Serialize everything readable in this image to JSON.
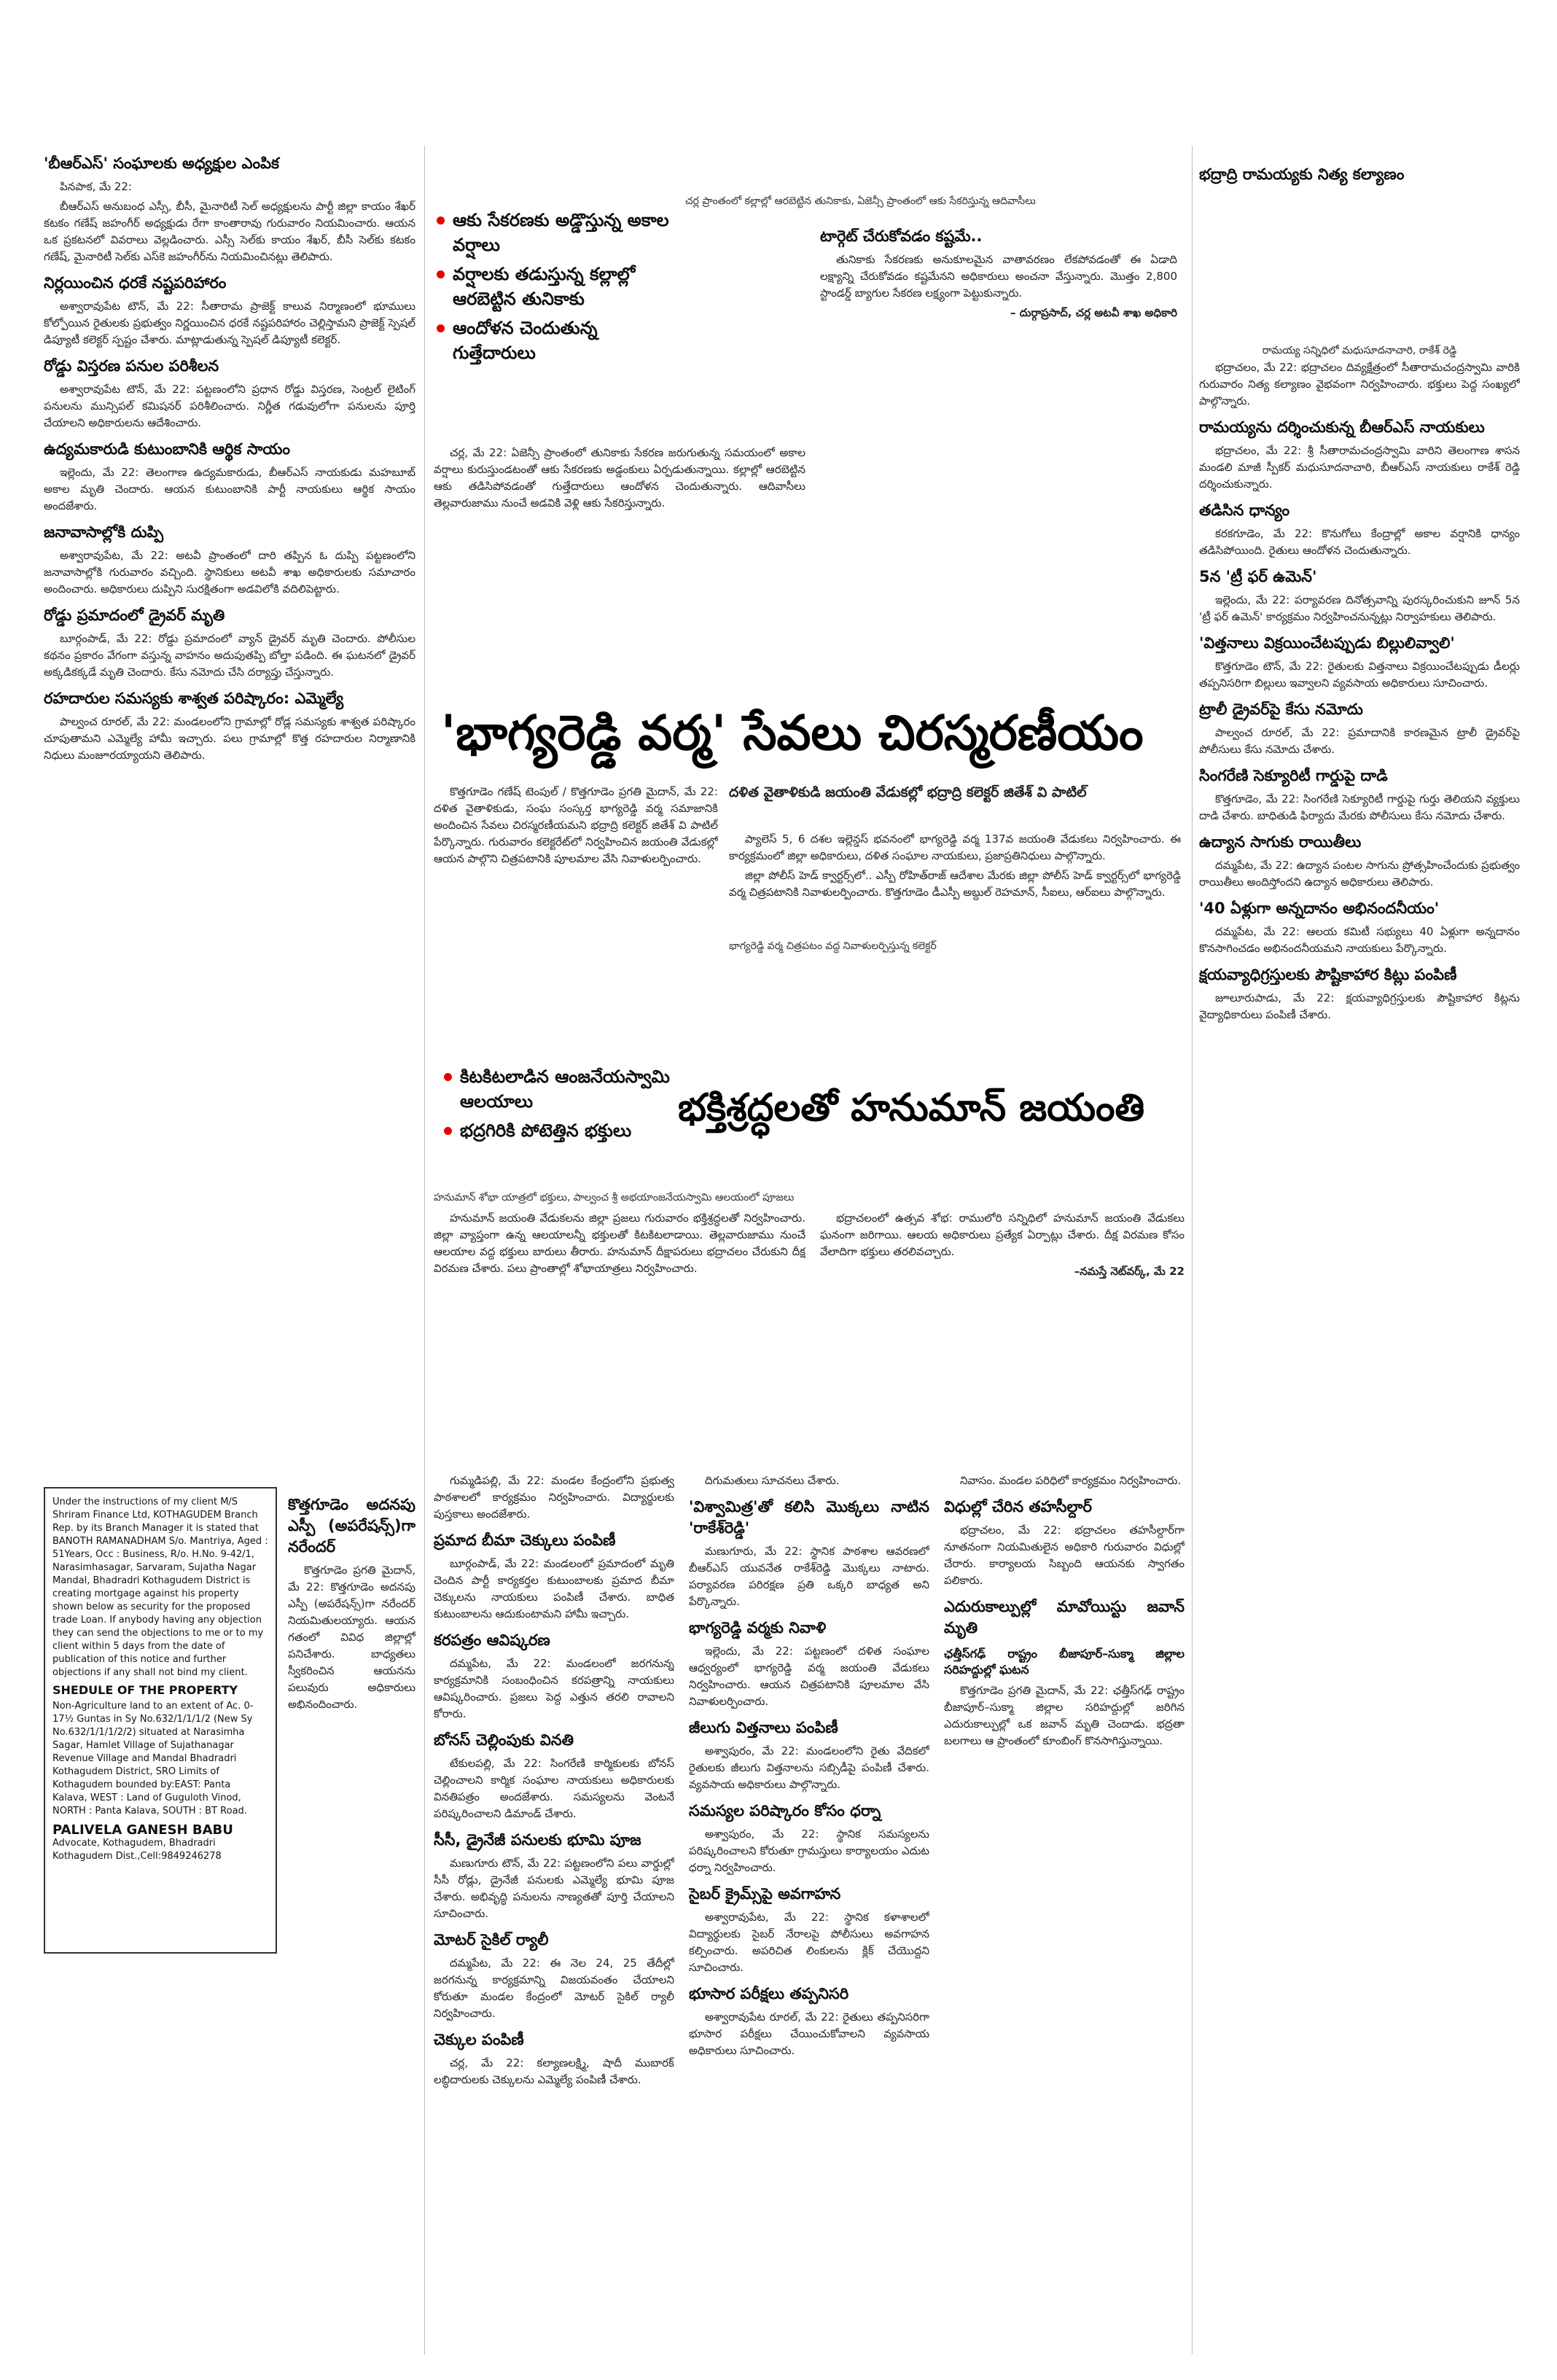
{
  "col1": {
    "head1": "'బీఆర్ఎస్' సంఘాలకు అధ్యక్షుల ఎంపిక",
    "dateline1": "పినపాక, మే 22:",
    "para1": "బీఆర్ఎస్ అనుబంధ ఎస్సీ, బీసీ, మైనారిటీ సెల్ అధ్యక్షులను పార్టీ జిల్లా కాయం శేఖర్ కటకం గణేష్ జహంగీర్ అధ్యక్షుడు రేగా కాంతారావు గురువారం నియమించారు. ఆయన ఒక ప్రకటనలో వివరాలు వెల్లడించారు. ఎస్సీ సెల్‌కు కాయం శేఖర్, బీసీ సెల్‌కు కటకం గణేష్, మైనారిటీ సెల్‌కు ఎస్‌కె జహంగీర్‌ను నియమించినట్లు తెలిపారు.",
    "head2": "నిర్లయించిన ధరకే నష్టపరిహారం",
    "para2": "అశ్వారావుపేట టౌన్, మే 22: సీతారామ ప్రాజెక్ట్ కాలువ నిర్మాణంలో భూములు కోల్పోయిన రైతులకు ప్రభుత్వం నిర్ణయించిన ధరకే నష్టపరిహారం చెల్లిస్తామని ప్రాజెక్ట్ స్పెషల్ డిప్యూటీ కలెక్టర్ స్పష్టం చేశారు. మాట్లాడుతున్న స్పెషల్ డిప్యూటీ కలెక్టర్.",
    "head3": "రోడ్డు విస్తరణ పనుల పరిశీలన",
    "para3": "అశ్వారావుపేట టౌన్, మే 22: పట్టణంలోని ప్రధాన రోడ్డు విస్తరణ, సెంట్రల్ లైటింగ్ పనులను మున్సిపల్ కమిషనర్ పరిశీలించారు. నిర్ణీత గడువులోగా పనులను పూర్తి చేయాలని అధికారులను ఆదేశించారు.",
    "head4": "ఉద్యమకారుడి కుటుంబానికి ఆర్థిక సాయం",
    "para4": "ఇల్లెందు, మే 22: తెలంగాణ ఉద్యమకారుడు, బీఆర్ఎస్ నాయకుడు మహబూబ్ అకాల మృతి చెందారు. ఆయన కుటుంబానికి పార్టీ నాయకులు ఆర్థిక సాయం అందజేశారు.",
    "head5": "జనావాసాల్లోకి దుప్పి",
    "para5": "అశ్వారావుపేట, మే 22: అటవీ ప్రాంతంలో దారి తప్పిన ఓ దుప్పి పట్టణంలోని జనావాసాల్లోకి గురువారం వచ్చింది. స్థానికులు అటవీ శాఖ అధికారులకు సమాచారం అందించారు. అధికారులు దుప్పిని సురక్షితంగా అడవిలోకి వదిలిపెట్టారు.",
    "head6": "రోడ్డు ప్రమాదంలో డ్రైవర్ మృతి",
    "para6": "బూర్గంపాడ్, మే 22: రోడ్డు ప్రమాదంలో వ్యాన్ డ్రైవర్ మృతి చెందారు. పోలీసుల కథనం ప్రకారం వేగంగా వస్తున్న వాహనం అదుపుతప్పి బోల్తా పడింది. ఈ ఘటనలో డ్రైవర్ అక్కడికక్కడే మృతి చెందారు. కేసు నమోదు చేసి దర్యాప్తు చేస్తున్నారు.",
    "head7": "రహదారుల సమస్యకు శాశ్వత పరిష్కారం: ఎమ్మెల్యే",
    "para7": "పాల్వంచ రూరల్, మే 22: మండలంలోని గ్రామాల్లో రోడ్ల సమస్యకు శాశ్వత పరిష్కారం చూపుతామని ఎమ్మెల్యే హామీ ఇచ్చారు. పలు గ్రామాల్లో కొత్త రహదారుల నిర్మాణానికి నిధులు మంజూరయ్యాయని తెలిపారు."
  },
  "notice": {
    "body": "Under the instructions of my client M/S Shriram Finance Ltd, KOTHAGUDEM Branch Rep. by its Branch Manager it is stated that BANOTH RAMANADHAM S/o. Mantriya, Aged : 51Years, Occ : Business, R/o. H.No. 9-42/1, Narasimhasagar, Sarvaram, Sujatha Nagar Mandal, Bhadradri Kothagudem District is creating mortgage against his property shown below as security for the proposed trade Loan. If anybody having any objection they can send the objections to me or to my client within 5 days from the date of publication of this notice and further objections if any shall not bind my client.",
    "title": "SHEDULE OF THE PROPERTY",
    "schedule": "Non-Agriculture land to an extent of Ac. 0-17½ Guntas in Sy No.632/1/1/1/2 (New Sy No.632/1/1/1/2/2) situated at Narasimha Sagar, Hamlet Village of Sujathanagar Revenue Village and Mandal Bhadradri Kothagudem District, SRO Limits of Kothagudem bounded by:EAST: Panta Kalava, WEST : Land of Guguloth Vinod, NORTH : Panta Kalava, SOUTH : BT Road.",
    "name": "PALIVELA GANESH BABU",
    "footer": "Advocate, Kothagudem, Bhadradri Kothagudem Dist.,Cell:9849246278"
  },
  "col1b": {
    "head8": "కొత్తగూడెం అదనపు ఎస్పీ (అపరేషన్స్)గా నరేందర్",
    "para8": "కొత్తగూడెం ప్రగతి మైదాన్, మే 22: కొత్తగూడెం అదనపు ఎస్పీ (అపరేషన్స్)గా నరేందర్ నియమితులయ్యారు. ఆయన గతంలో వివిధ జిల్లాల్లో పనిచేశారు. బాధ్యతలు స్వీకరించిన ఆయనను పలువురు అధికారులు అభినందించారు."
  },
  "col2": {
    "bullets": [
      "ఆకు సేకరణకు అడ్డొస్తున్న అకాల వర్షాలు",
      "వర్షాలకు తడుస్తున్న కల్లాల్లో ఆరబెట్టిన తునికాకు",
      "ఆందోళన చెందుతున్న గుత్తేదారులు"
    ],
    "photo_caption": "చర్ల ప్రాంతంలో కల్లాల్లో ఆరబెట్టిన తునికాకు, ఏజెన్సీ ప్రాంతంలో ఆకు సేకరిస్తున్న ఆదివాసీలు",
    "para1": "చర్ల, మే 22: ఏజెన్సీ ప్రాంతంలో తునికాకు సేకరణ జరుగుతున్న సమయంలో అకాల వర్షాలు కురుస్తుండటంతో ఆకు సేకరణకు అడ్డంకులు ఏర్పడుతున్నాయి. కల్లాల్లో ఆరబెట్టిన ఆకు తడిసిపోవడంతో గుత్తేదారులు ఆందోళన చెందుతున్నారు. ఆదివాసీలు తెల్లవారుజాము నుంచే అడవికి వెళ్లి ఆకు సేకరిస్తున్నారు.",
    "head_target": "టార్గెట్ చేరుకోవడం కష్టమే..",
    "para2": "తునికాకు సేకరణకు అనుకూలమైన వాతావరణం లేకపోవడంతో ఈ ఏడాది లక్ష్యాన్ని చేరుకోవడం కష్టమేనని అధికారులు అంచనా వేస్తున్నారు. మొత్తం 2,800 స్టాండర్డ్ బ్యాగుల సేకరణ లక్ష్యంగా పెట్టుకున్నారు.",
    "sig": "– దుర్గాప్రసాద్, చర్ల అటవీ శాఖ అధికారి"
  },
  "story2": {
    "headline": "'భాగ్యరెడ్డి వర్మ' సేవలు చిరస్మరణీయం",
    "subhead": "దళిత వైతాళికుడి జయంతి వేడుకల్లో భద్రాద్రి కలెక్టర్ జితేశ్ వి పాటిల్",
    "para1": "కొత్తగూడెం గణేష్ టెంపుల్ / కొత్తగూడెం ప్రగతి మైదాన్, మే 22: దళిత వైతాళికుడు, సంఘ సంస్కర్త భాగ్యరెడ్డి వర్మ సమాజానికి అందించిన సేవలు చిరస్మరణీయమని భద్రాద్రి కలెక్టర్ జితేశ్ వి పాటిల్ పేర్కొన్నారు. గురువారం కలెక్టరేట్‌లో నిర్వహించిన జయంతి వేడుకల్లో ఆయన పాల్గొని చిత్రపటానికి పూలమాల వేసి నివాళులర్పించారు.",
    "para2": "ప్యాలెస్ 5, 6 దశల ఇల్లెన్డస్ భవనంలో భాగ్యరెడ్డి వర్మ 137వ జయంతి వేడుకలు నిర్వహించారు. ఈ కార్యక్రమంలో జిల్లా అధికారులు, దళిత సంఘాల నాయకులు, ప్రజాప్రతినిధులు పాల్గొన్నారు.",
    "photo_caption": "భాగ్యరెడ్డి వర్మ చిత్రపటం వద్ద నివాళులర్పిస్తున్న కలెక్టర్",
    "para3": "జిల్లా పోలీస్ హెడ్ క్వార్టర్స్‌లో.. ఎస్పీ రోహిత్‌రాజ్ ఆదేశాల మేరకు జిల్లా పోలీస్ హెడ్ క్వార్టర్స్‌లో భాగ్యరెడ్డి వర్మ చిత్రపటానికి నివాళులర్పించారు. కొత్తగూడెం డీఎస్పీ అబ్దుల్ రెహమాన్, సీఐలు, ఆర్ఐలు పాల్గొన్నారు."
  },
  "story3": {
    "bullets": [
      "కిటకిటలాడిన ఆంజనేయస్వామి ఆలయాలు",
      "భద్రగిరికి పోటెత్తిన భక్తులు"
    ],
    "headline": "భక్తిశ్రద్ధలతో హనుమాన్ జయంతి",
    "photo_caption": "హనుమాన్ శోభా యాత్రలో భక్తులు, పాల్వంచ శ్రీ అభయాంజనేయస్వామి ఆలయంలో పూజలు",
    "para1": "హనుమాన్ జయంతి వేడుకలను జిల్లా ప్రజలు గురువారం భక్తిశ్రద్ధలతో నిర్వహించారు. జిల్లా వ్యాప్తంగా ఉన్న ఆలయాలన్నీ భక్తులతో కిటకిటలాడాయి. తెల్లవారుజాము నుంచే ఆలయాల వద్ద భక్తులు బారులు తీరారు. హనుమాన్ దీక్షాపరులు భద్రాచలం చేరుకుని దీక్ష విరమణ చేశారు. పలు ప్రాంతాల్లో శోభాయాత్రలు నిర్వహించారు.",
    "para2": "భద్రాచలంలో ఉత్సవ శోభ: రాములోరి సన్నిధిలో హనుమాన్ జయంతి వేడుకలు ఘనంగా జరిగాయి. ఆలయ అధికారులు ప్రత్యేక ఏర్పాట్లు చేశారు. దీక్ష విరమణ కోసం వేలాదిగా భక్తులు తరలివచ్చారు.",
    "sig": "–నమస్తే నెట్‌వర్క్, మే 22"
  },
  "col3": {
    "para0": "గుమ్మడిపల్లి, మే 22: మండల కేంద్రంలోని ప్రభుత్వ పాఠశాలలో కార్యక్రమం నిర్వహించారు. విద్యార్థులకు పుస్తకాలు అందజేశారు.",
    "head1": "ప్రమాద బీమా చెక్కులు పంపిణీ",
    "para1": "బూర్గంపాడ్, మే 22: మండలంలో ప్రమాదంలో మృతి చెందిన పార్టీ కార్యకర్తల కుటుంబాలకు ప్రమాద బీమా చెక్కులను నాయకులు పంపిణీ చేశారు. బాధిత కుటుంబాలను ఆదుకుంటామని హామీ ఇచ్చారు.",
    "head2": "కరపత్రం ఆవిష్కరణ",
    "para2": "దమ్మపేట, మే 22: మండలంలో జరగనున్న కార్యక్రమానికి సంబంధించిన కరపత్రాన్ని నాయకులు ఆవిష్కరించారు. ప్రజలు పెద్ద ఎత్తున తరలి రావాలని కోరారు.",
    "head3": "బోనస్ చెల్లింపుకు వినతి",
    "para3": "టేకులపల్లి, మే 22: సింగరేణి కార్మికులకు బోనస్ చెల్లించాలని కార్మిక సంఘాల నాయకులు అధికారులకు వినతిపత్రం అందజేశారు. సమస్యలను వెంటనే పరిష్కరించాలని డిమాండ్ చేశారు.",
    "head4": "సీసీ, డ్రైనేజీ పనులకు భూమి పూజ",
    "para4": "మణుగూరు టౌన్, మే 22: పట్టణంలోని పలు వార్డుల్లో సీసీ రోడ్లు, డ్రైనేజీ పనులకు ఎమ్మెల్యే భూమి పూజ చేశారు. అభివృద్ధి పనులను నాణ్యతతో పూర్తి చేయాలని సూచించారు.",
    "head5": "మోటర్ సైకిల్ ర్యాలీ",
    "para5": "దమ్మపేట, మే 22: ఈ నెల 24, 25 తేదీల్లో జరగనున్న కార్యక్రమాన్ని విజయవంతం చేయాలని కోరుతూ మండల కేంద్రంలో మోటర్ సైకిల్ ర్యాలీ నిర్వహించారు.",
    "head6": "చెక్కుల పంపిణీ",
    "para6": "చర్ల, మే 22: కల్యాణలక్ష్మి, షాదీ ముబారక్ లబ్ధిదారులకు చెక్కులను ఎమ్మెల్యే పంపిణీ చేశారు."
  },
  "col4": {
    "para0": "దిగుమతులు సూచనలు చేశారు.",
    "head1": "'విశ్వామిత్ర'తో కలిసి మొక్కలు నాటిన 'రాకేశ్‌రెడ్డి'",
    "para1": "మణుగూరు, మే 22: స్థానిక పాఠశాల ఆవరణలో బీఆర్ఎస్ యువనేత రాకేశ్‌రెడ్డి మొక్కలు నాటారు. పర్యావరణ పరిరక్షణ ప్రతి ఒక్కరి బాధ్యత అని పేర్కొన్నారు.",
    "head2": "భాగ్యరెడ్డి వర్మకు నివాళి",
    "para2": "ఇల్లెందు, మే 22: పట్టణంలో దళిత సంఘాల ఆధ్వర్యంలో భాగ్యరెడ్డి వర్మ జయంతి వేడుకలు నిర్వహించారు. ఆయన చిత్రపటానికి పూలమాల వేసి నివాళులర్పించారు.",
    "head3": "జీలుగు విత్తనాలు పంపిణీ",
    "para3": "అశ్వాపురం, మే 22: మండలంలోని రైతు వేదికలో రైతులకు జీలుగు విత్తనాలను సబ్సిడీపై పంపిణీ చేశారు. వ్యవసాయ అధికారులు పాల్గొన్నారు.",
    "head4": "సమస్యల పరిష్కారం కోసం ధర్నా",
    "para4": "అశ్వాపురం, మే 22: స్థానిక సమస్యలను పరిష్కరించాలని కోరుతూ గ్రామస్తులు కార్యాలయం ఎదుట ధర్నా నిర్వహించారు.",
    "head5": "సైబర్ క్రైమ్స్‌పై అవగాహన",
    "para5": "అశ్వారావుపేట, మే 22: స్థానిక కళాశాలలో విద్యార్థులకు సైబర్ నేరాలపై పోలీసులు అవగాహన కల్పించారు. అపరిచిత లింకులను క్లిక్ చేయొద్దని సూచించారు.",
    "head6": "భూసార పరీక్షలు తప్పనిసరి",
    "para6": "అశ్వారావుపేట రూరల్, మే 22: రైతులు తప్పనిసరిగా భూసార పరీక్షలు చేయించుకోవాలని వ్యవసాయ అధికారులు సూచించారు."
  },
  "col5": {
    "para0": "నివాసం. మండల పరిధిలో కార్యక్రమం నిర్వహించారు.",
    "head1": "విధుల్లో చేరిన తహసీల్దార్",
    "para1": "భద్రాచలం, మే 22: భద్రాచలం తహసీల్దార్‌గా నూతనంగా నియమితులైన అధికారి గురువారం విధుల్లో చేరారు. కార్యాలయ సిబ్బంది ఆయనకు స్వాగతం పలికారు.",
    "head2": "ఎదురుకాల్పుల్లో మావోయిస్టు జవాన్ మృతి",
    "subhead2": "ఛత్తీస్‌గఢ్ రాష్ట్రం బీజాపూర్–సుక్మా జిల్లాల సరిహద్దుల్లో ఘటన",
    "para2": "కొత్తగూడెం ప్రగతి మైదాన్, మే 22: ఛత్తీస్‌గఢ్ రాష్ట్రం బీజాపూర్–సుక్మా జిల్లాల సరిహద్దుల్లో జరిగిన ఎదురుకాల్పుల్లో ఒక జవాన్ మృతి చెందాడు. భద్రతా బలగాలు ఆ ప్రాంతంలో కూంబింగ్ కొనసాగిస్తున్నాయి."
  },
  "col6": {
    "head1": "భద్రాద్రి రామయ్యకు నిత్య కల్యాణం",
    "photo_caption": "రామయ్య సన్నిధిలో మధుసూదనాచారి, రాకేశ్ రెడ్డి",
    "para1": "భద్రాచలం, మే 22: భద్రాచలం దివ్యక్షేత్రంలో సీతారామచంద్రస్వామి వారికి గురువారం నిత్య కల్యాణం వైభవంగా నిర్వహించారు. భక్తులు పెద్ద సంఖ్యలో పాల్గొన్నారు.",
    "head2": "రామయ్యను దర్శించుకున్న బీఆర్ఎస్ నాయకులు",
    "para2": "భద్రాచలం, మే 22: శ్రీ సీతారామచంద్రస్వామి వారిని తెలంగాణ శాసన మండలి మాజీ స్పీకర్ మధుసూదనాచారి, బీఆర్ఎస్ నాయకులు రాకేశ్ రెడ్డి దర్శించుకున్నారు.",
    "head3": "తడిసిన ధాన్యం",
    "para3": "కరకగూడెం, మే 22: కొనుగోలు కేంద్రాల్లో అకాల వర్షానికి ధాన్యం తడిసిపోయింది. రైతులు ఆందోళన చెందుతున్నారు.",
    "head4": "5న 'ట్రీ ఫర్ ఉమెన్'",
    "para4": "ఇల్లెందు, మే 22: పర్యావరణ దినోత్సవాన్ని పురస్కరించుకుని జూన్ 5న 'ట్రీ ఫర్ ఉమెన్' కార్యక్రమం నిర్వహించనున్నట్లు నిర్వాహకులు తెలిపారు.",
    "head5": "'విత్తనాలు విక్రయించేటప్పుడు బిల్లులివ్వాలి'",
    "para5": "కొత్తగూడెం టౌన్, మే 22: రైతులకు విత్తనాలు విక్రయించేటప్పుడు డీలర్లు తప్పనిసరిగా బిల్లులు ఇవ్వాలని వ్యవసాయ అధికారులు సూచించారు.",
    "head6": "ట్రాలీ డ్రైవర్‌పై కేసు నమోదు",
    "para6": "పాల్వంచ రూరల్, మే 22: ప్రమాదానికి కారణమైన ట్రాలీ డ్రైవర్‌పై పోలీసులు కేసు నమోదు చేశారు.",
    "head7": "సింగరేణి సెక్యూరిటీ గార్డుపై దాడి",
    "para7": "కొత్తగూడెం, మే 22: సింగరేణి సెక్యూరిటీ గార్డుపై గుర్తు తెలియని వ్యక్తులు దాడి చేశారు. బాధితుడి ఫిర్యాదు మేరకు పోలీసులు కేసు నమోదు చేశారు.",
    "head8": "ఉద్యాన సాగుకు రాయితీలు",
    "para8": "దమ్మపేట, మే 22: ఉద్యాన పంటల సాగును ప్రోత్సహించేందుకు ప్రభుత్వం రాయితీలు అందిస్తోందని ఉద్యాన అధికారులు తెలిపారు.",
    "head9": "'40 ఏళ్లుగా అన్నదానం అభినందనీయం'",
    "para9": "దమ్మపేట, మే 22: ఆలయ కమిటీ సభ్యులు 40 ఏళ్లుగా అన్నదానం కొనసాగించడం అభినందనీయమని నాయకులు పేర్కొన్నారు.",
    "head10": "క్షయవ్యాధిగ్రస్తులకు పౌష్టికాహార కిట్లు పంపిణీ",
    "para10": "జూలూరుపాడు, మే 22: క్షయవ్యాధిగ్రస్తులకు పౌష్టికాహార కిట్లను వైద్యాధికారులు పంపిణీ చేశారు."
  }
}
